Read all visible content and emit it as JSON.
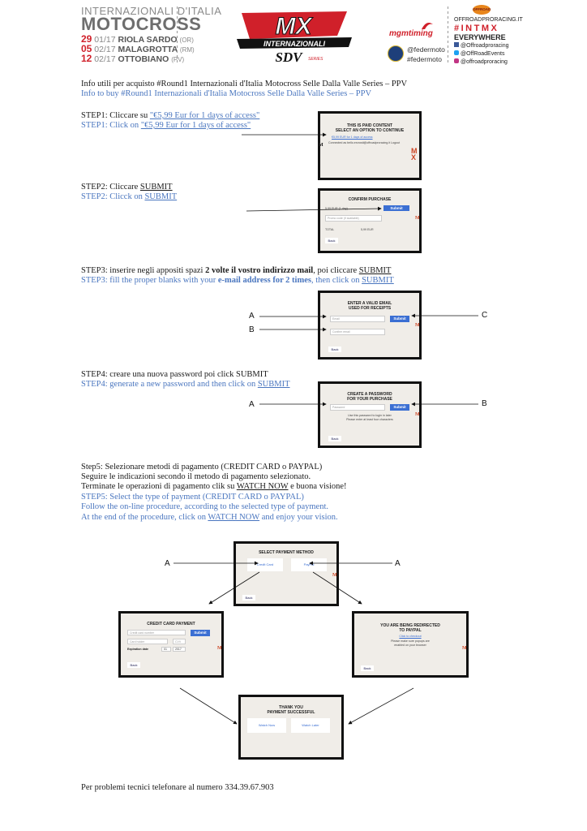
{
  "header": {
    "title_small": "INTERNAZIONALI D'ITALIA",
    "title_big": "MOTOCROSS",
    "races": [
      {
        "day": "29",
        "month": "01/17",
        "place": "RIOLA SARDO",
        "prov": "(OR)"
      },
      {
        "day": "05",
        "month": "02/17",
        "place": "MALAGROTTA",
        "prov": "(RM)"
      },
      {
        "day": "12",
        "month": "02/17",
        "place": "OTTOBIANO",
        "prov": "(PV)"
      }
    ],
    "logo_mx": "MX",
    "logo_internazionali": "INTERNAZIONALI",
    "logo_sdv": "SDV",
    "logo_series": "SERIES",
    "mgm": "mgmtiming",
    "federmoto1": "@federmoto",
    "federmoto2": "#federmoto",
    "offroad_badge": "OFFROAD",
    "offroad_url": "OFFROADPRORACING.IT",
    "hashtag": "#INTMX",
    "everywhere": "EVERYWHERE",
    "social": [
      "@Offroadproracing",
      "@OffRoadEvents",
      "@offroadproracing"
    ]
  },
  "intro": {
    "it": "Info utili per acquisto #Round1 Internazionali d'Italia Motocross Selle Dalla Valle Series – PPV",
    "en": "Info to buy #Round1 Internazionali d'Italia Motocross Selle Dalla Valle Series – PPV"
  },
  "step1": {
    "it_prefix": "STEP1:  Cliccare su ",
    "it_link": "\"€5,99 Eur for 1 days of access\"",
    "en_prefix": "STEP1:  Click on ",
    "en_link": "\"€5,99 Eur for 1 days of access\"",
    "shot_title": "THIS IS PAID CONTENT\nSELECT AN OPTION TO CONTINUE",
    "shot_option": "€5,99 EUR for 1 days of access",
    "shot_connected": "Connected as bello.ercrosti@offroadproracing.it Logout"
  },
  "step2": {
    "it_prefix": "STEP2: Cliccare ",
    "it_link": "SUBMIT",
    "en_prefix": "STEP2: Clicck on ",
    "en_link": "SUBMIT",
    "shot_title": "CONFIRM PURCHASE",
    "shot_row": "5,99 EUR (1 day)",
    "shot_submit": "Submit",
    "shot_promo": "Promo code (if available)",
    "shot_total": "TOTAL",
    "shot_total_val": "5,99 EUR",
    "shot_back": "Back"
  },
  "step3": {
    "it_prefix": "STEP3: inserire negli appositi spazi ",
    "it_bold": "2 volte il vostro indirizzo mail",
    "it_mid": ", poi cliccare ",
    "it_link": "SUBMIT",
    "en_prefix": "STEP3: fill the proper blanks with your ",
    "en_bold": "e-mail address for 2 times",
    "en_mid": ", then click on ",
    "en_link": "SUBMIT",
    "shot_title": "ENTER A VALID EMAIL\nUSED FOR RECEIPTS",
    "shot_email": "Email",
    "shot_confirm": "Confirm email",
    "shot_submit": "Submit",
    "shot_back": "Back",
    "label_a": "A",
    "label_b": "B",
    "label_c": "C"
  },
  "step4": {
    "it": "STEP4: creare una nuova password poi click SUBMIT",
    "en_prefix": "STEP4: generate a new password and then click on ",
    "en_link": "SUBMIT",
    "shot_title": "CREATE A PASSWORD\nFOR YOUR PURCHASE",
    "shot_password": "Password",
    "shot_submit": "Submit",
    "shot_hint": "Use this password to login in later\nPlease enter at least four characters",
    "shot_back": "Back",
    "label_a": "A",
    "label_b": "B"
  },
  "step5": {
    "it1": "Step5: Selezionare metodi di pagamento (CREDIT CARD o PAYPAL)",
    "it2": "Seguire le indicazioni secondo il metodo di pagamento selezionato.",
    "it3_prefix": "Terminate le operazioni di pagamento clik su ",
    "it3_link": "WATCH NOW",
    "it3_suffix": " e buona visione!",
    "en1": "STEP5: Select the type of payment (CREDIT CARD o PAYPAL)",
    "en2": "Follow the on-line procedure, according to the selected type of payment.",
    "en3_prefix": "At the end of the procedure, click on ",
    "en3_link": "WATCH NOW",
    "en3_suffix": " and enjoy your vision.",
    "select_title": "SELECT PAYMENT METHOD",
    "credit_card": "Credit Card",
    "paypal": "PayPal",
    "back": "Back",
    "label_a": "A",
    "cc_title": "CREDIT CARD PAYMENT",
    "cc_number": "Credit card number",
    "cc_submit": "Submit",
    "cc_holder": "Card holder",
    "cc_cvv": "CVV",
    "cc_exp": "Expiration date",
    "cc_month": "01",
    "cc_year": "2017",
    "pp_title": "YOU ARE BEING REDIRECTED\nTO PAYPAL",
    "pp_link": "Click to checkout",
    "pp_note": "Please make sure popups are\nenabled on your browser",
    "ty_title": "THANK YOU\nPAYMENT SUCCESSFUL",
    "watch_now": "Watch Now",
    "watch_later": "Watch Later"
  },
  "footer": {
    "text": "Per problemi tecnici telefonare al numero 334.39.67.903"
  },
  "colors": {
    "accent_red": "#d0202a",
    "english_blue": "#4a76bf",
    "submit_blue": "#3b6fd3"
  }
}
